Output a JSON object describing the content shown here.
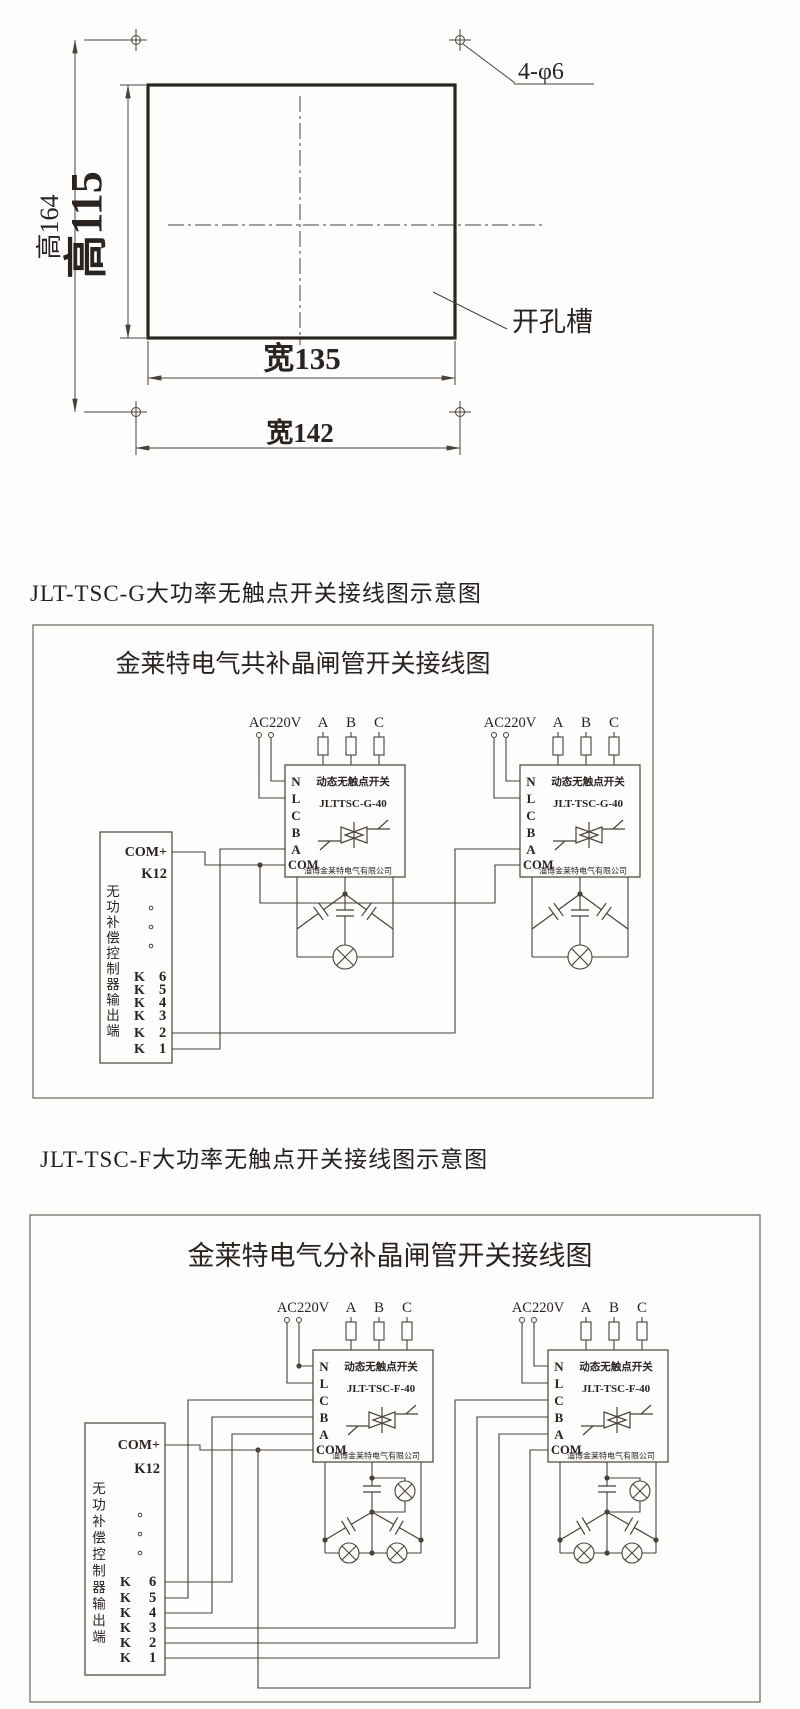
{
  "colors": {
    "line": "#4a403c",
    "text": "#2a2322",
    "red_title": "#cf3b27",
    "border": "#6e625c"
  },
  "mech": {
    "outer_height": "高164",
    "inner_height": "高115",
    "inner_width": "宽135",
    "outer_width": "宽142",
    "hole_note": "4-φ6",
    "cutout_label": "开孔槽"
  },
  "module_common": {
    "power": "AC220V",
    "phases": [
      "A",
      "B",
      "C"
    ],
    "terminals": [
      "N",
      "L",
      "C",
      "B",
      "A",
      "COM"
    ],
    "device_name": "动态无触点开关",
    "company": "淄博金莱特电气有限公司"
  },
  "controller_common": {
    "com": "COM+",
    "k_top": "K12",
    "label_vertical": "无功补偿控制器输出端",
    "dots": "。。。",
    "k_rows": [
      "K 6",
      "K 5",
      "K 4",
      "K 3",
      "K 2",
      "K 1"
    ]
  },
  "diagram_g": {
    "section_title": "JLT-TSC-G大功率无触点开关接线图示意图",
    "box_title": "金莱特电气共补晶闸管开关接线图",
    "models": [
      "JLTTSC-G-40",
      "JLT-TSC-G-40"
    ]
  },
  "diagram_f": {
    "section_title": "JLT-TSC-F大功率无触点开关接线图示意图",
    "box_title": "金莱特电气分补晶闸管开关接线图",
    "models": [
      "JLT-TSC-F-40",
      "JLT-TSC-F-40"
    ]
  }
}
